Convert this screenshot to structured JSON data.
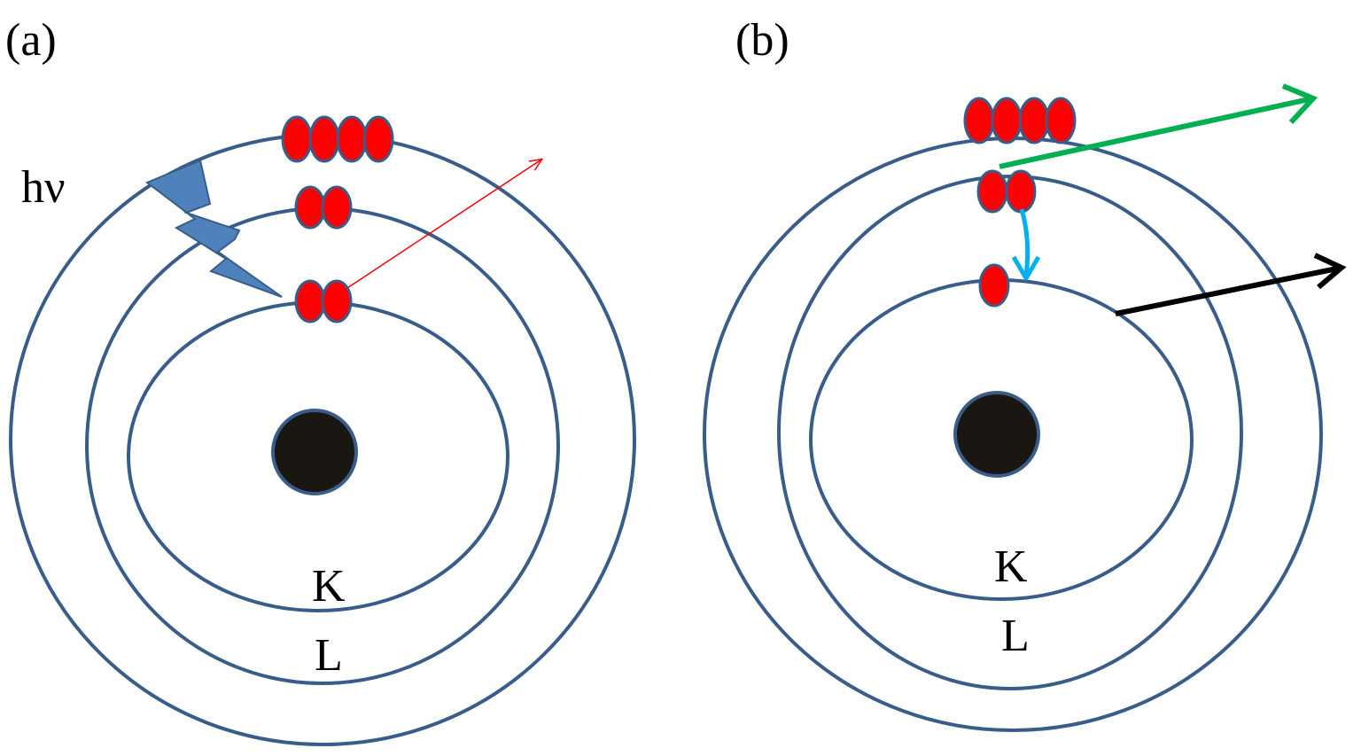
{
  "panels": [
    {
      "id": "a",
      "label": "(a)",
      "photon_label": "hν",
      "shell_labels": [
        "K",
        "L"
      ]
    },
    {
      "id": "b",
      "label": "(b)",
      "shell_labels": [
        "K",
        "L"
      ]
    }
  ],
  "colors": {
    "orbit": "#385d8a",
    "electron": "#ff0000",
    "nucleus": "#1a1611",
    "photon_bolt": "#4f81bd",
    "photoelectron_arrow": "#ff0000",
    "auger_arrow": "#00b050",
    "transition_arrow": "#00b0f0",
    "fluorescence_arrow": "#000000"
  },
  "icons": {
    "photon": "lightning-bolt-icon"
  }
}
